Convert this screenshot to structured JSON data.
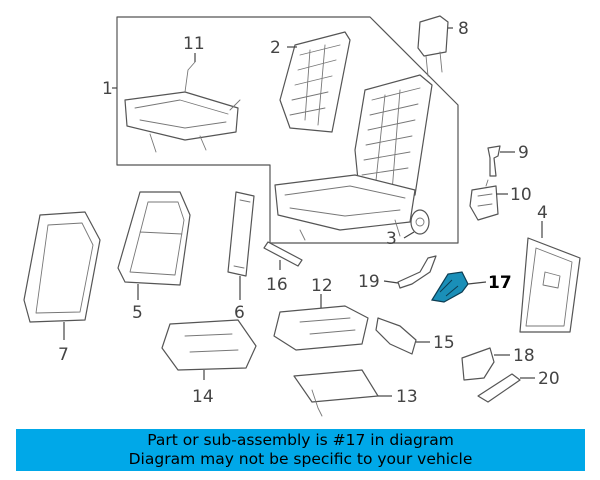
{
  "diagram": {
    "highlighted_part": "17",
    "highlight_color": "#1a8fb8",
    "callouts": [
      {
        "id": "c1",
        "label": "1"
      },
      {
        "id": "c2",
        "label": "2"
      },
      {
        "id": "c3",
        "label": "3"
      },
      {
        "id": "c4",
        "label": "4"
      },
      {
        "id": "c5",
        "label": "5"
      },
      {
        "id": "c6",
        "label": "6"
      },
      {
        "id": "c7",
        "label": "7"
      },
      {
        "id": "c8",
        "label": "8"
      },
      {
        "id": "c9",
        "label": "9"
      },
      {
        "id": "c10",
        "label": "10"
      },
      {
        "id": "c11",
        "label": "11"
      },
      {
        "id": "c12",
        "label": "12"
      },
      {
        "id": "c13",
        "label": "13"
      },
      {
        "id": "c14",
        "label": "14"
      },
      {
        "id": "c15",
        "label": "15"
      },
      {
        "id": "c16",
        "label": "16"
      },
      {
        "id": "c17",
        "label": "17"
      },
      {
        "id": "c18",
        "label": "18"
      },
      {
        "id": "c19",
        "label": "19"
      },
      {
        "id": "c20",
        "label": "20"
      }
    ]
  },
  "banner": {
    "line1": "Part or sub-assembly is #17 in diagram",
    "line2": "Diagram may not be specific to your vehicle",
    "background": "#00a8e8"
  }
}
